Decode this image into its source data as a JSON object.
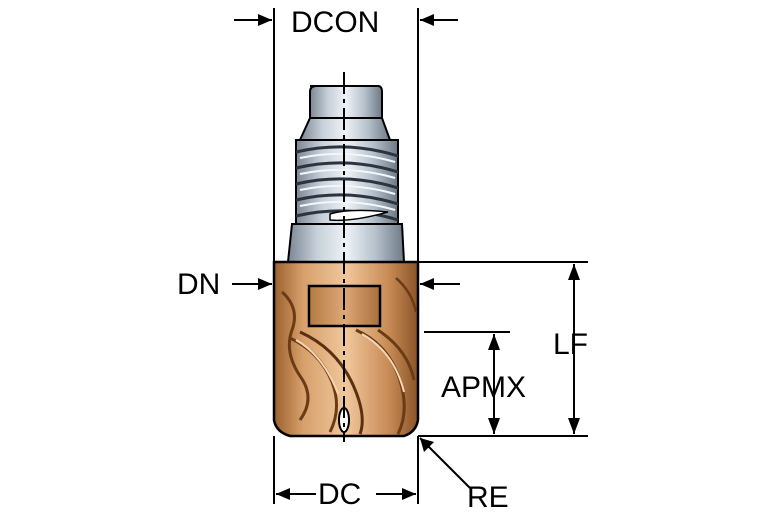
{
  "labels": {
    "dcon": "DCON",
    "dn": "DN",
    "lf": "LF",
    "apmx": "APMX",
    "dc": "DC",
    "re": "RE"
  },
  "colors": {
    "shank_light": "#e6ecf2",
    "shank_mid": "#aab6c2",
    "shank_dark": "#6f7c89",
    "body_light": "#e8b98a",
    "body_mid": "#c88a55",
    "body_dark": "#8a5428",
    "line": "#000000"
  }
}
